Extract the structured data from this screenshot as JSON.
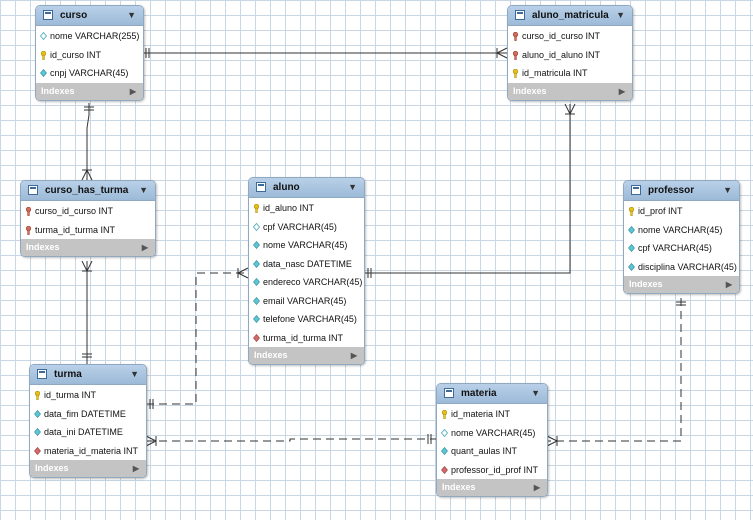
{
  "tables": {
    "curso": {
      "name": "curso",
      "columns": [
        {
          "text": "nome VARCHAR(255)",
          "icon": "diamond-outline-icon"
        },
        {
          "text": "id_curso INT",
          "icon": "primary-key-icon"
        },
        {
          "text": "cnpj VARCHAR(45)",
          "icon": "diamond-cyan-icon"
        }
      ],
      "indexes_label": "Indexes"
    },
    "aluno_matricula": {
      "name": "aluno_matricula",
      "columns": [
        {
          "text": "curso_id_curso INT",
          "icon": "foreign-key-icon"
        },
        {
          "text": "aluno_id_aluno INT",
          "icon": "foreign-key-icon"
        },
        {
          "text": "id_matricula INT",
          "icon": "primary-key-icon"
        }
      ],
      "indexes_label": "Indexes"
    },
    "curso_has_turma": {
      "name": "curso_has_turma",
      "columns": [
        {
          "text": "curso_id_curso INT",
          "icon": "foreign-key-icon"
        },
        {
          "text": "turma_id_turma INT",
          "icon": "foreign-key-icon"
        }
      ],
      "indexes_label": "Indexes"
    },
    "aluno": {
      "name": "aluno",
      "columns": [
        {
          "text": "id_aluno INT",
          "icon": "primary-key-icon"
        },
        {
          "text": "cpf VARCHAR(45)",
          "icon": "diamond-outline-icon"
        },
        {
          "text": "nome VARCHAR(45)",
          "icon": "diamond-cyan-icon"
        },
        {
          "text": "data_nasc DATETIME",
          "icon": "diamond-cyan-icon"
        },
        {
          "text": "endereco VARCHAR(45)",
          "icon": "diamond-cyan-icon"
        },
        {
          "text": "email VARCHAR(45)",
          "icon": "diamond-cyan-icon"
        },
        {
          "text": "telefone VARCHAR(45)",
          "icon": "diamond-cyan-icon"
        },
        {
          "text": "turma_id_turma INT",
          "icon": "diamond-red-icon"
        }
      ],
      "indexes_label": "Indexes"
    },
    "professor": {
      "name": "professor",
      "columns": [
        {
          "text": "id_prof INT",
          "icon": "primary-key-icon"
        },
        {
          "text": "nome VARCHAR(45)",
          "icon": "diamond-cyan-icon"
        },
        {
          "text": "cpf VARCHAR(45)",
          "icon": "diamond-cyan-icon"
        },
        {
          "text": "disciplina VARCHAR(45)",
          "icon": "diamond-cyan-icon"
        }
      ],
      "indexes_label": "Indexes"
    },
    "turma": {
      "name": "turma",
      "columns": [
        {
          "text": "id_turma INT",
          "icon": "primary-key-icon"
        },
        {
          "text": "data_fim DATETIME",
          "icon": "diamond-cyan-icon"
        },
        {
          "text": "data_ini DATETIME",
          "icon": "diamond-cyan-icon"
        },
        {
          "text": "materia_id_materia INT",
          "icon": "diamond-red-icon"
        }
      ],
      "indexes_label": "Indexes"
    },
    "materia": {
      "name": "materia",
      "columns": [
        {
          "text": "id_materia INT",
          "icon": "primary-key-icon"
        },
        {
          "text": "nome VARCHAR(45)",
          "icon": "diamond-outline-icon"
        },
        {
          "text": "quant_aulas INT",
          "icon": "diamond-cyan-icon"
        },
        {
          "text": "professor_id_prof INT",
          "icon": "diamond-red-icon"
        }
      ],
      "indexes_label": "Indexes"
    }
  },
  "colors": {
    "header": "#a8c4e0",
    "indexes_bar": "#c4c4c4",
    "grid": "#c9d6e3",
    "line": "#333333",
    "pk_key": "#e8c21c",
    "fk_key": "#c85a4a",
    "attr_cyan": "#5bc8d8",
    "attr_red": "#d46a6a"
  }
}
